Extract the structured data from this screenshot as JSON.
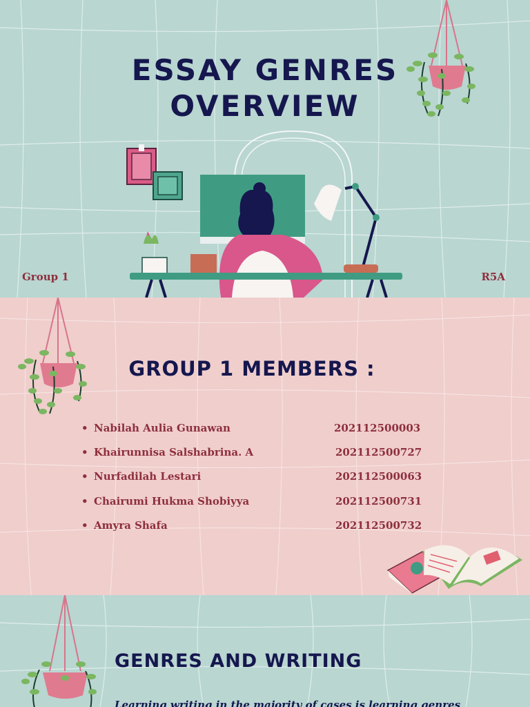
{
  "slide1": {
    "title_line1": "ESSAY GENRES",
    "title_line2": "OVERVIEW",
    "group_label": "Group 1",
    "class_code": "R5A"
  },
  "slide2": {
    "heading": "GROUP 1 MEMBERS :",
    "bullet": "•",
    "members": [
      {
        "name": "Nabilah Aulia Gunawan",
        "nim": "202112500003"
      },
      {
        "name": "Khairunnisa Salshabrina. A",
        "nim": "202112500727"
      },
      {
        "name": "Nurfadilah Lestari",
        "nim": "202112500063"
      },
      {
        "name": "Chairumi Hukma Shobiyya",
        "nim": "202112500731"
      },
      {
        "name": "Amyra Shafa",
        "nim": "202112500732"
      }
    ]
  },
  "slide3": {
    "heading": "GENRES AND WRITING",
    "body_text_cut": "Learning writing in the majority of cases is learning genres"
  },
  "colors": {
    "teal_background": "#b9d6d1",
    "pink_background": "#efcecc",
    "title_navy": "#15174e",
    "text_maroon": "#8e2f3c"
  },
  "icons": [
    "hanging-plant-icon",
    "desk-workspace-illustration",
    "books-icon"
  ]
}
